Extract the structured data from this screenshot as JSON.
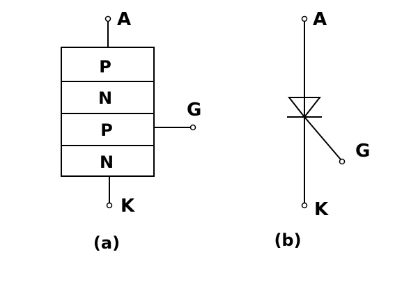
{
  "diagram_a": {
    "caption": "(a)",
    "layers": [
      "P",
      "N",
      "P",
      "N"
    ],
    "terminals": {
      "anode": "A",
      "gate": "G",
      "cathode": "K"
    }
  },
  "diagram_b": {
    "caption": "(b)",
    "terminals": {
      "anode": "A",
      "gate": "G",
      "cathode": "K"
    }
  },
  "colors": {
    "line": "#000000",
    "background": "#ffffff"
  }
}
